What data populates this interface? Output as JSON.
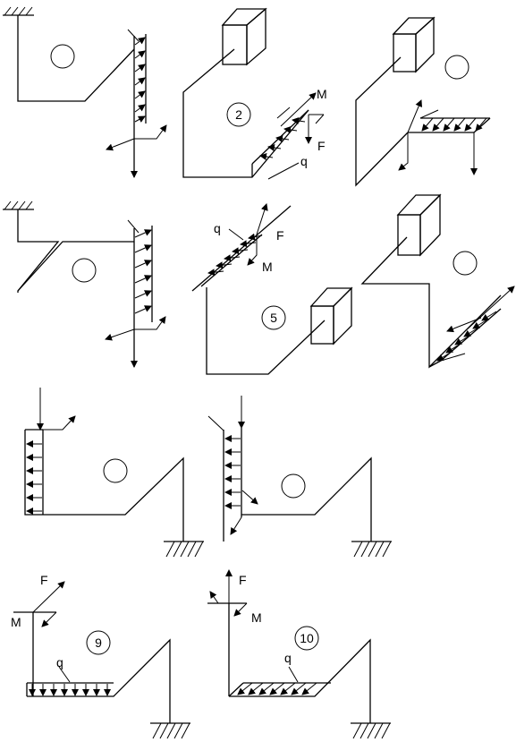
{
  "schemes": [
    {
      "number": ""
    },
    {
      "number": "2",
      "labels": {
        "moment": "M",
        "force": "F",
        "load": "q"
      }
    },
    {
      "number": ""
    },
    {
      "number": ""
    },
    {
      "number": "5",
      "labels": {
        "moment": "M",
        "force": "F",
        "load": "q"
      }
    },
    {
      "number": ""
    },
    {
      "number": ""
    },
    {
      "number": ""
    },
    {
      "number": "9",
      "labels": {
        "moment": "M",
        "force": "F",
        "load": "q"
      }
    },
    {
      "number": "10",
      "labels": {
        "moment": "M",
        "force": "F",
        "load": "q"
      }
    }
  ]
}
